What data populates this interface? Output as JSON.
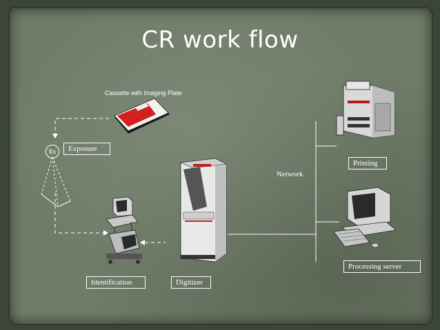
{
  "slide": {
    "title": "CR work flow"
  },
  "labels": {
    "cassette": "Cassette with Imaging Plate",
    "rx": "Rx",
    "exposure": "Exposure",
    "printing": "Printing",
    "network": "Network",
    "processing_server": "Processing server",
    "identification": "Identification",
    "digitizer": "Digitizer"
  },
  "colors": {
    "background": "#6f7c68",
    "cassette_red": "#d42020",
    "text": "#ffffff"
  },
  "icons": [
    "cassette-icon",
    "printer-icon",
    "digitizer-icon",
    "computer-icon",
    "workstation-icon",
    "x-ray-beam-icon"
  ]
}
